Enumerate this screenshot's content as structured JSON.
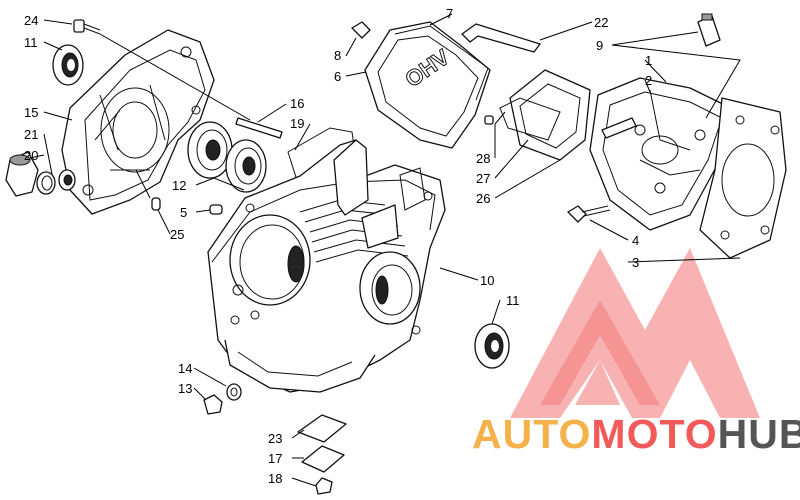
{
  "callouts": [
    {
      "id": "c24",
      "label": "24"
    },
    {
      "id": "c11a",
      "label": "11"
    },
    {
      "id": "c15",
      "label": "15"
    },
    {
      "id": "c21",
      "label": "21"
    },
    {
      "id": "c20",
      "label": "20"
    },
    {
      "id": "c16",
      "label": "16"
    },
    {
      "id": "c19",
      "label": "19"
    },
    {
      "id": "c12",
      "label": "12"
    },
    {
      "id": "c5",
      "label": "5"
    },
    {
      "id": "c25",
      "label": "25"
    },
    {
      "id": "c7",
      "label": "7"
    },
    {
      "id": "c8",
      "label": "8"
    },
    {
      "id": "c6",
      "label": "6"
    },
    {
      "id": "c22",
      "label": "22"
    },
    {
      "id": "c9",
      "label": "9"
    },
    {
      "id": "c1",
      "label": "1"
    },
    {
      "id": "c2",
      "label": "2"
    },
    {
      "id": "c28",
      "label": "28"
    },
    {
      "id": "c27",
      "label": "27"
    },
    {
      "id": "c26",
      "label": "26"
    },
    {
      "id": "c4",
      "label": "4"
    },
    {
      "id": "c3",
      "label": "3"
    },
    {
      "id": "c10",
      "label": "10"
    },
    {
      "id": "c11b",
      "label": "11"
    },
    {
      "id": "c14",
      "label": "14"
    },
    {
      "id": "c13",
      "label": "13"
    },
    {
      "id": "c23",
      "label": "23"
    },
    {
      "id": "c17",
      "label": "17"
    },
    {
      "id": "c18",
      "label": "18"
    }
  ],
  "valve_cover_text": "OHV",
  "watermark": {
    "part1": "AUTO",
    "part2": "MOTO",
    "part3": "HUB",
    "color_red": "#f25a5a",
    "color_orange": "#f5b24a",
    "color_gray": "#555555"
  }
}
